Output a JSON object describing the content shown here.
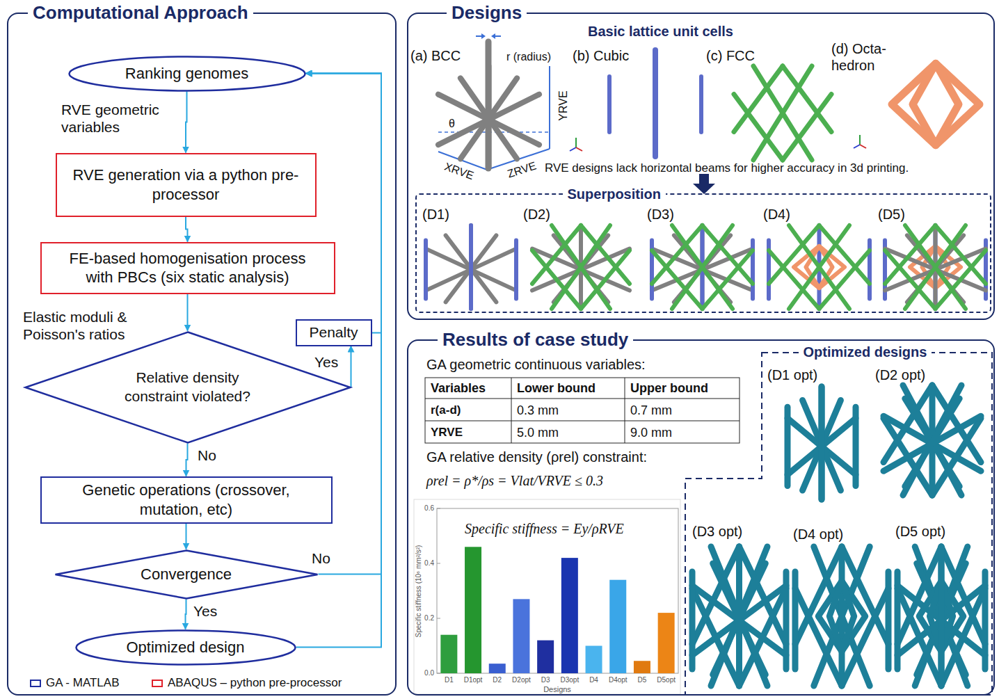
{
  "diagram": {
    "nodes": [
      {
        "text": [
          "Computational Approach"
        ]
      },
      {
        "text": [
          "Ranking genomes"
        ],
        "in": 0
      },
      {
        "text": [
          "RVE generation via a python pre-processor"
        ],
        "in": 0
      },
      {
        "text": [
          "FE-based homogenisation process with PBCs (six static analysis)"
        ],
        "in": 0
      },
      {
        "text": [
          "Relative density constraint violated?"
        ],
        "in": 0
      },
      {
        "text": [
          "Penalty"
        ],
        "in": 0
      },
      {
        "text": [
          "Genetic operations (crossover, mutation, etc)"
        ],
        "in": 0
      },
      {
        "text": [
          "Convergence"
        ],
        "in": 0
      },
      {
        "text": [
          "Optimized design"
        ],
        "in": 0
      },
      {
        "text": [
          "Designs"
        ]
      },
      {
        "text": [
          "Superposition"
        ],
        "in": 9
      },
      {
        "text": [
          "Results of case study"
        ]
      },
      {
        "text": [
          "Optimized designs"
        ],
        "in": 11
      }
    ],
    "edges": [
      {
        "from": 1,
        "to": 2,
        "arrow": "to",
        "label": "RVE geometric variables"
      },
      {
        "from": 2,
        "to": 3,
        "arrow": "to"
      },
      {
        "from": 3,
        "to": 4,
        "arrow": "to",
        "label": "Elastic moduli & Poisson's ratios"
      },
      {
        "from": 4,
        "to": 5,
        "arrow": "to",
        "label": "Yes"
      },
      {
        "from": 5,
        "to": 1,
        "arrow": "to"
      },
      {
        "from": 4,
        "to": 6,
        "arrow": "to",
        "label": "No"
      },
      {
        "from": 6,
        "to": 7,
        "arrow": "to"
      },
      {
        "from": 7,
        "to": 1,
        "arrow": "to",
        "label": "No"
      },
      {
        "from": 7,
        "to": 8,
        "arrow": "to",
        "label": "Yes"
      },
      {
        "from": 8,
        "to": 1,
        "arrow": "to"
      }
    ],
    "labels": [
      "Basic lattice unit cells",
      "(a) BCC",
      "r (radius)",
      "(b) Cubic",
      "(c) FCC",
      "(d) Octa- hedron",
      "θ",
      "XRVE",
      "YRVE",
      "ZRVE",
      "RVE designs lack horizontal beams for higher accuracy in 3d printing.",
      "(D1)",
      "(D2)",
      "(D3)",
      "(D4)",
      "(D5)",
      "GA geometric continuous variables:",
      "Variables",
      "Lower bound",
      "Upper bound",
      "r(a-d)",
      "0.3 mm",
      "0.7 mm",
      "YRVE",
      "5.0 mm",
      "9.0 mm",
      "GA relative density (ρrel) constraint:",
      "ρrel = ρ*/ρs = Vlat/VRVE ≤ 0.3",
      "Specific stiffness = Ey/ρRVE",
      "0.0",
      "0.2",
      "0.4",
      "0.6",
      "D1",
      "D1opt",
      "D2",
      "D2opt",
      "D3",
      "D3opt",
      "D4",
      "D4opt",
      "D5",
      "D5opt",
      "Designs",
      "Specific stiffness (10⁶ mm²/s²)",
      "(D1 opt)",
      "(D2 opt)",
      "(D3 opt)",
      "(D4 opt)",
      "(D5 opt)"
    ],
    "legend": [
      {
        "text": "GA - MATLAB",
        "color": "#1f2d9e"
      },
      {
        "text": "ABAQUS – python pre-processor",
        "color": "#e0202a"
      }
    ]
  }
}
